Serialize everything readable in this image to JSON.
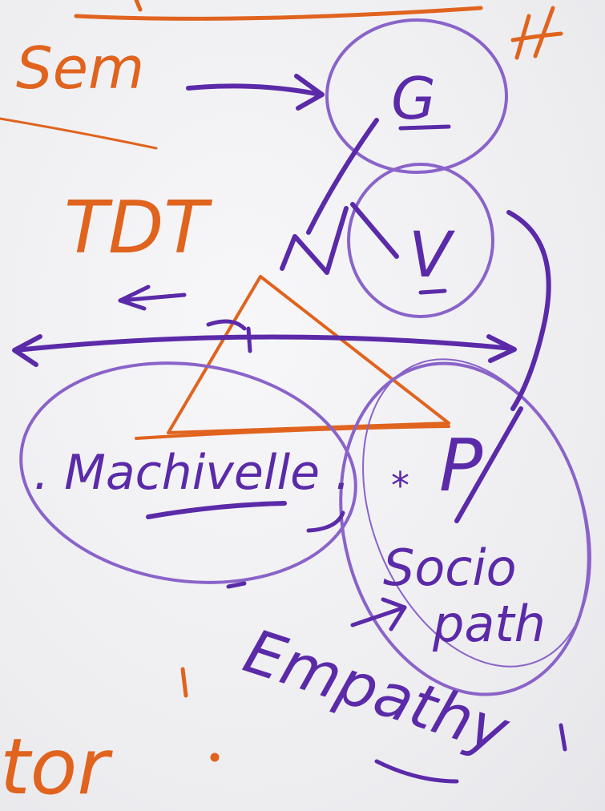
{
  "colors": {
    "purple": "#5b2aa8",
    "purple_light": "#8a63c9",
    "orange": "#e0631e",
    "paper": "#f1f1f3"
  },
  "labels": {
    "sem": "Sem",
    "tdt": "TDT",
    "g": "G",
    "v": "V",
    "n": "N",
    "p": "P",
    "machiavelli": ". Machivelle .",
    "star": "*",
    "socio": "Socio",
    "path": "path",
    "empathy": "Empathy",
    "tor": "tor",
    "h": "H"
  }
}
